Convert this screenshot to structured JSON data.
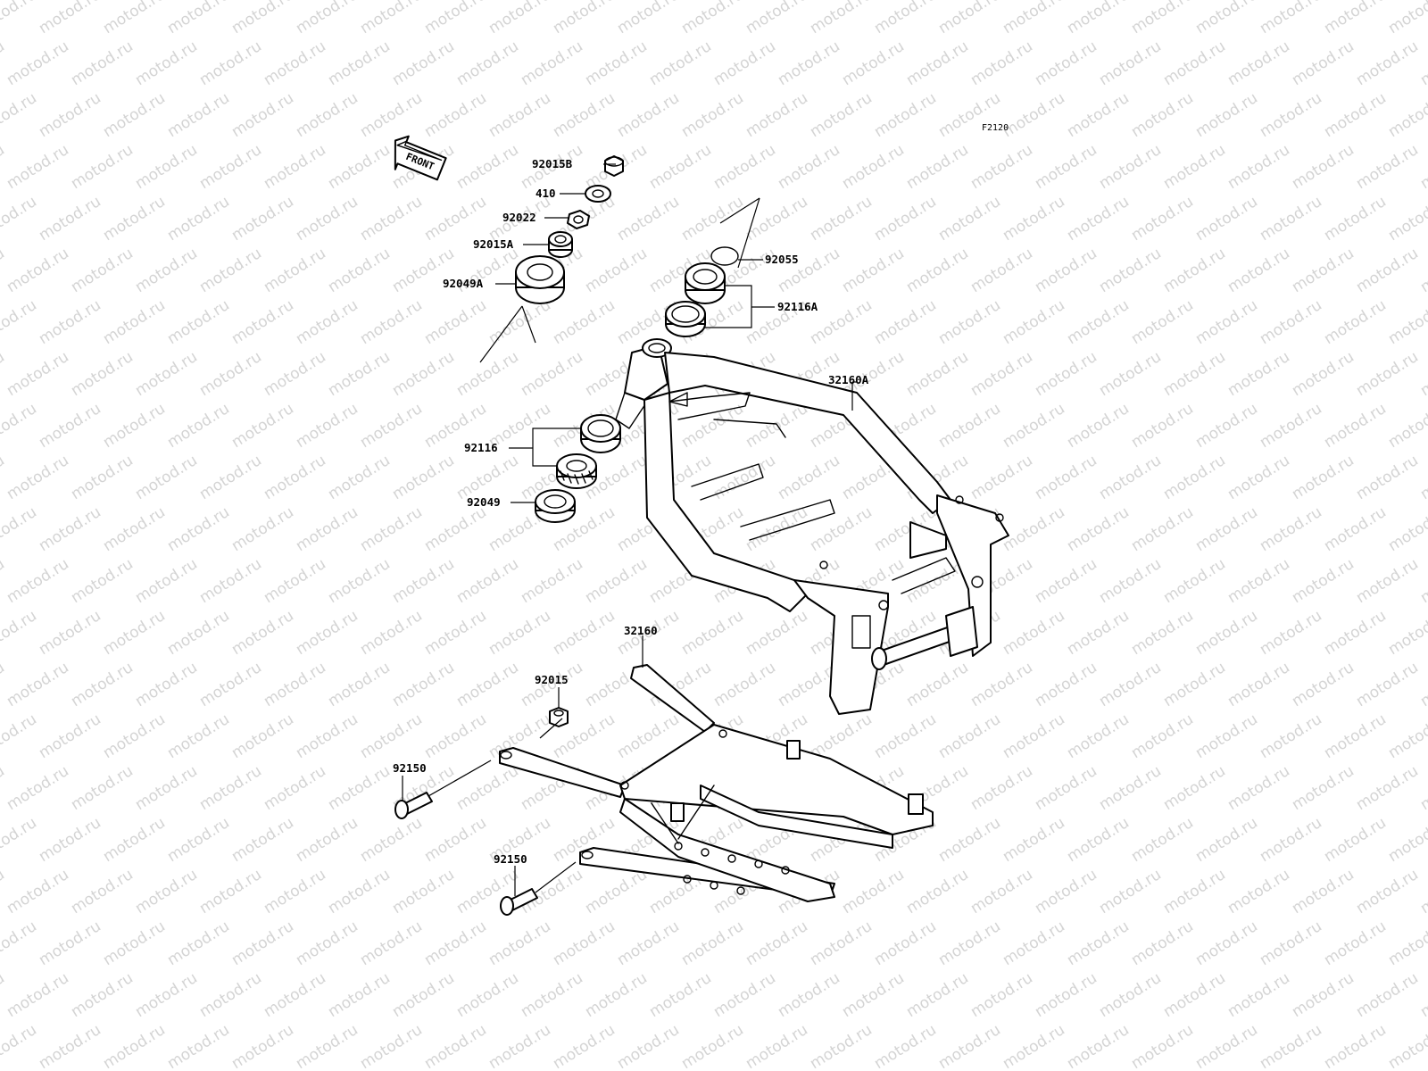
{
  "watermark": "motod.ru",
  "diagram_code": "F2120",
  "front_label": "FRONT",
  "labels": {
    "p92015B": "92015B",
    "p410": "410",
    "p92022": "92022",
    "p92015A": "92015A",
    "p92049A": "92049A",
    "p92055": "92055",
    "p92116A": "92116A",
    "p32160A": "32160A",
    "p92116": "92116",
    "p92049": "92049",
    "p32160": "32160",
    "p92015": "92015",
    "p92150a": "92150",
    "p92150b": "92150"
  }
}
